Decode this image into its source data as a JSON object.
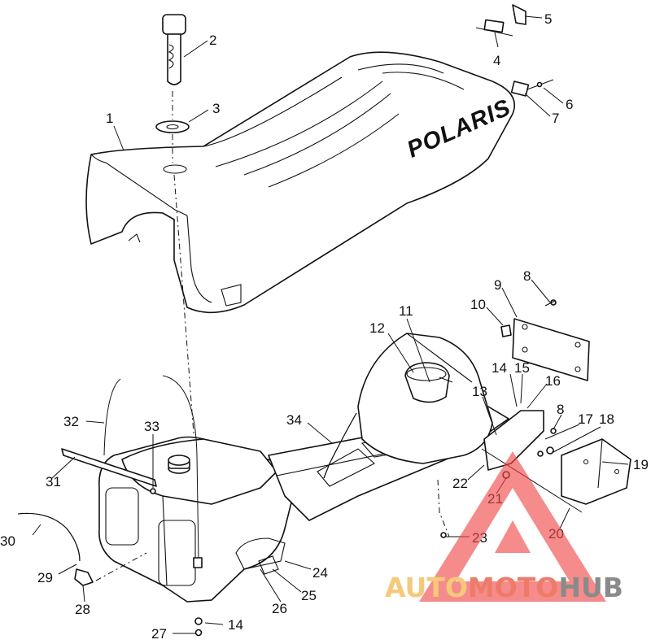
{
  "diagram": {
    "seat_logo_text": "POLARIS",
    "callouts": [
      "1",
      "2",
      "3",
      "4",
      "5",
      "6",
      "7",
      "8",
      "9",
      "10",
      "11",
      "12",
      "13",
      "14",
      "15",
      "16",
      "8",
      "17",
      "18",
      "19",
      "20",
      "21",
      "22",
      "23",
      "24",
      "25",
      "26",
      "27",
      "14",
      "28",
      "29",
      "30",
      "31",
      "32",
      "33",
      "34"
    ]
  },
  "watermark": {
    "part1": "AUTO",
    "part2": "MOTO",
    "part3": "HUB",
    "colors": {
      "auto": "#f5c97a",
      "moto": "#ee7b6a",
      "hub": "#8a8a8a",
      "triangle": "#ef4a4a"
    }
  }
}
